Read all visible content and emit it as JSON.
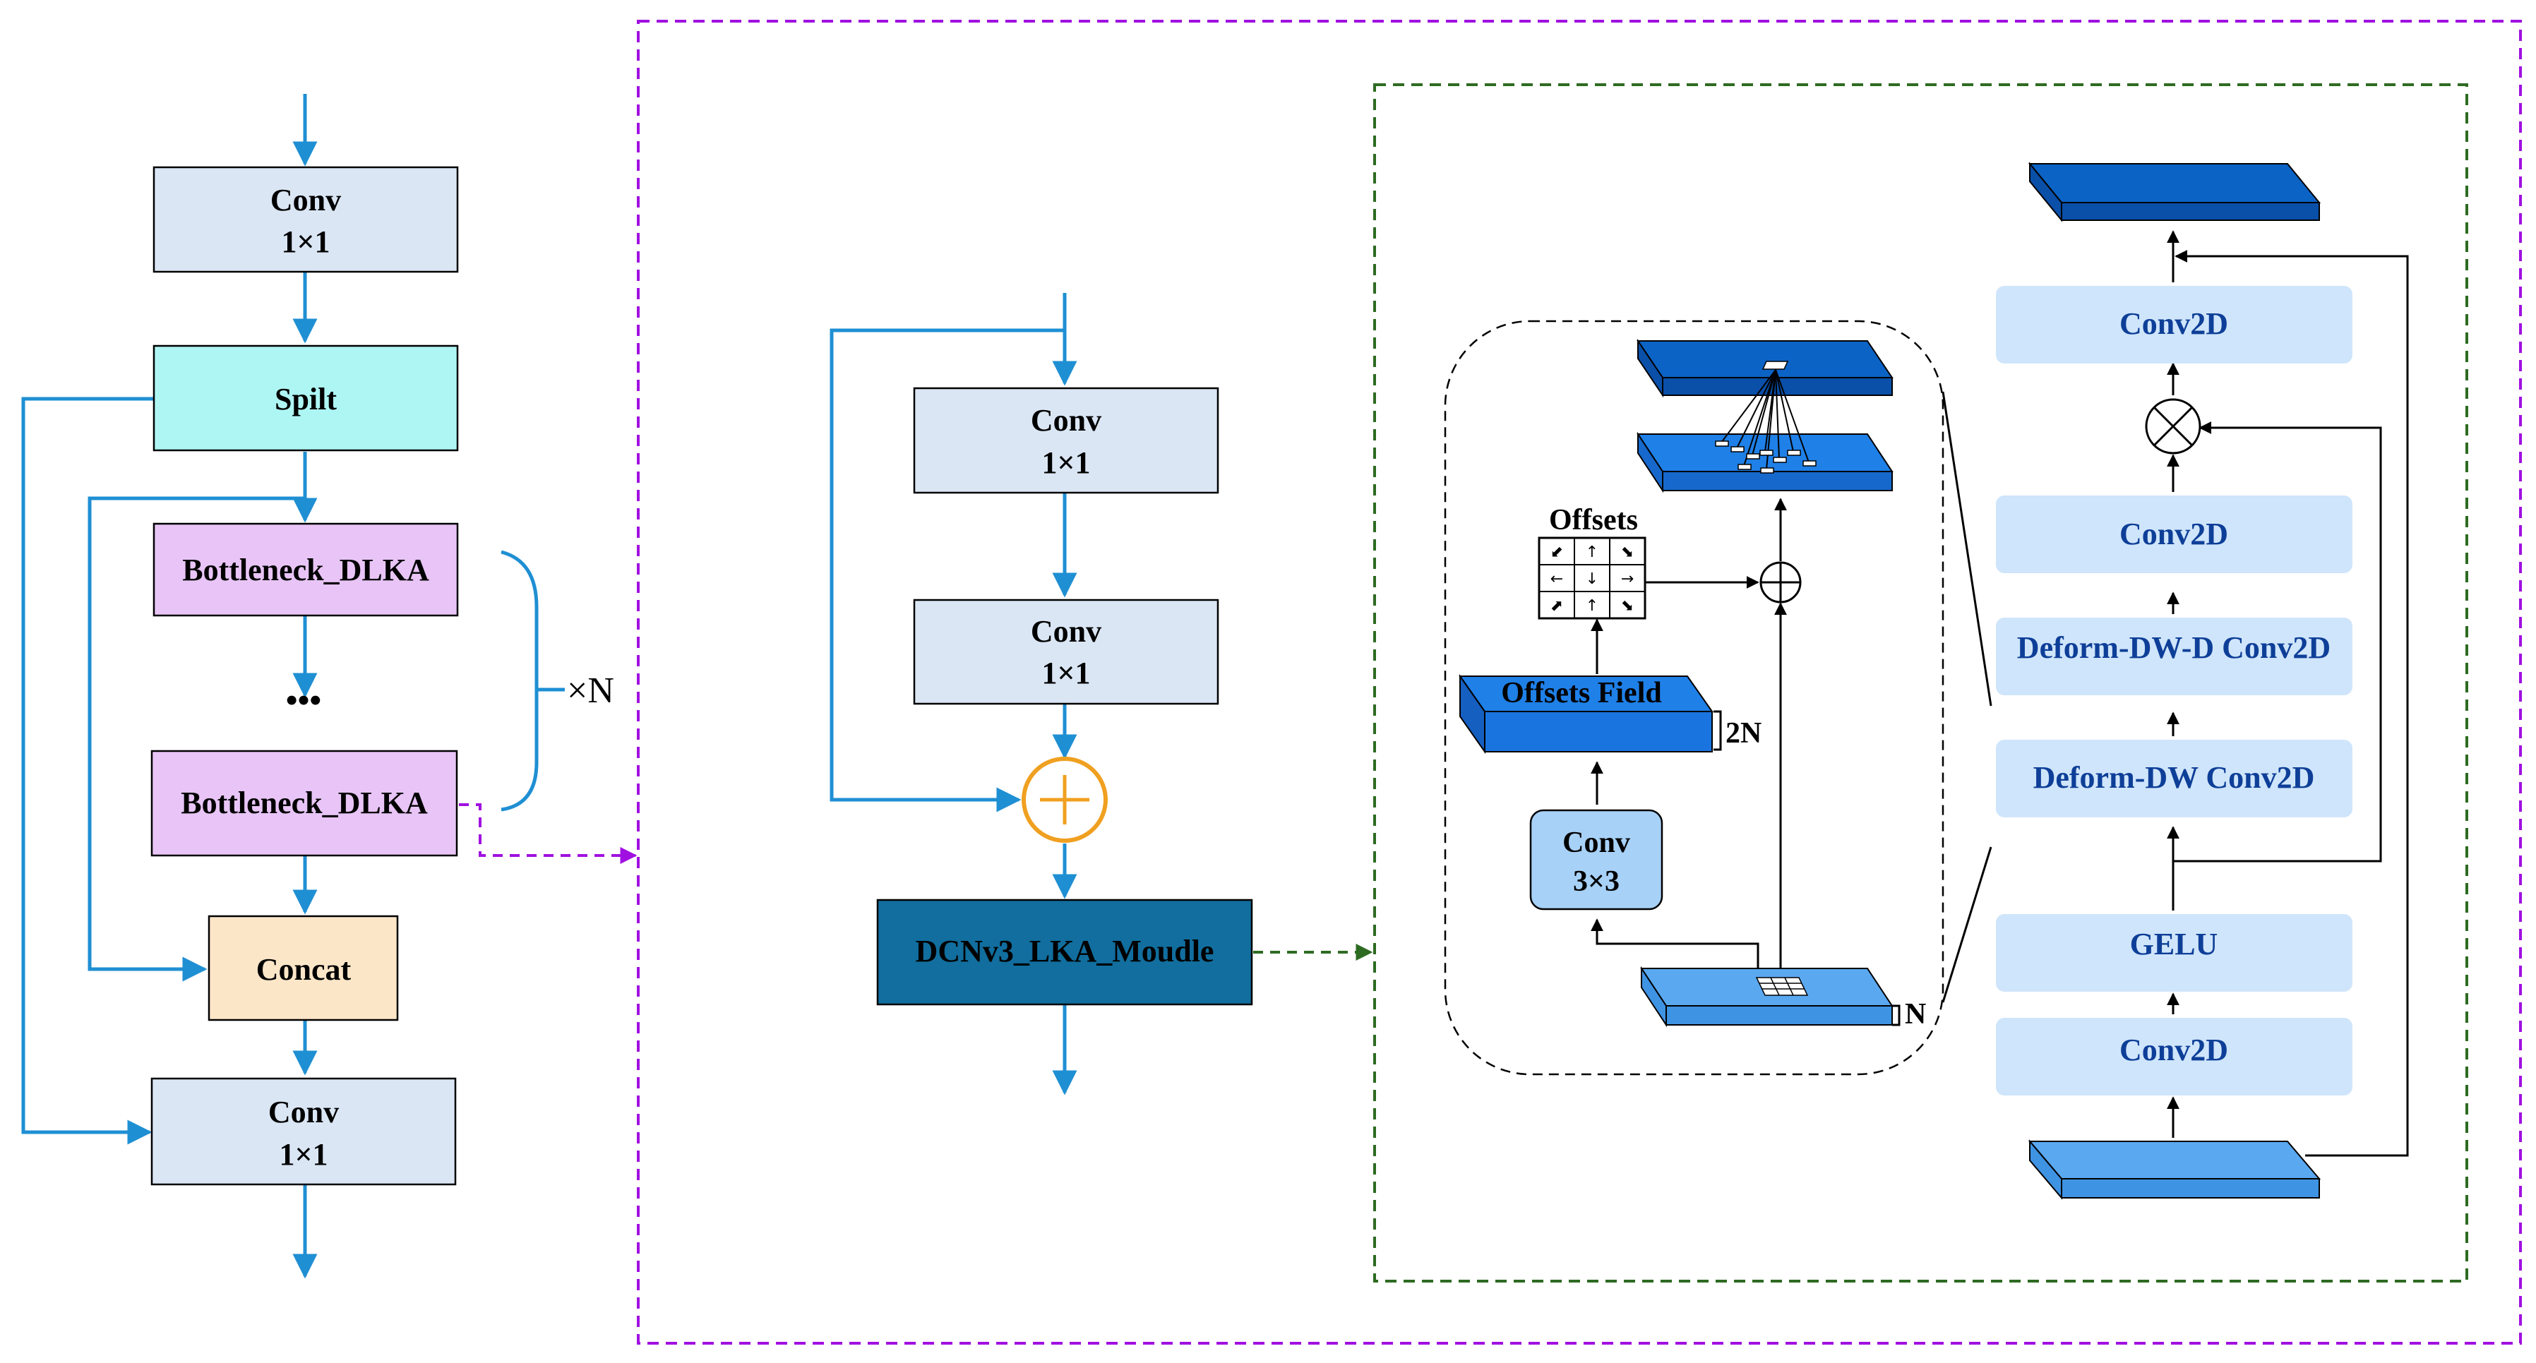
{
  "left_column": {
    "conv_top": {
      "line1": "Conv",
      "line2": "1×1"
    },
    "split": "Spilt",
    "bottleneck_1": "Bottleneck_DLKA",
    "ellipsis": "•••",
    "bottleneck_2": "Bottleneck_DLKA",
    "repeat": "×N",
    "concat": "Concat",
    "conv_bottom": {
      "line1": "Conv",
      "line2": "1×1"
    }
  },
  "middle_block": {
    "conv_a": {
      "line1": "Conv",
      "line2": "1×1"
    },
    "conv_b": {
      "line1": "Conv",
      "line2": "1×1"
    },
    "module": "DCNv3_LKA_Moudle"
  },
  "dcn_detail": {
    "offsets": "Offsets",
    "offsets_field": "Offsets Field",
    "offsets_field_mult": "2N",
    "conv": {
      "line1": "Conv",
      "line2": "3×3"
    },
    "input_mult": "N"
  },
  "lka_stack": {
    "conv2d_top": "Conv2D",
    "conv2d_mid": "Conv2D",
    "deform_dwd": "Deform-DW-D Conv2D",
    "deform_dw": "Deform-DW Conv2D",
    "gelu": "GELU",
    "conv2d_bottom": "Conv2D"
  },
  "colors": {
    "arrow_blue": "#1f8fd3",
    "conv_fill": "#dae6f4",
    "split_fill": "#aef6f4",
    "bottleneck_fill": "#e8c5f6",
    "concat_fill": "#fce6c8",
    "module_fill": "#116e9e",
    "lka_fill": "#cfe5fb",
    "purple_dash": "#a010e0",
    "green_dash": "#2e6b22",
    "plus_ring": "#f0a020"
  }
}
